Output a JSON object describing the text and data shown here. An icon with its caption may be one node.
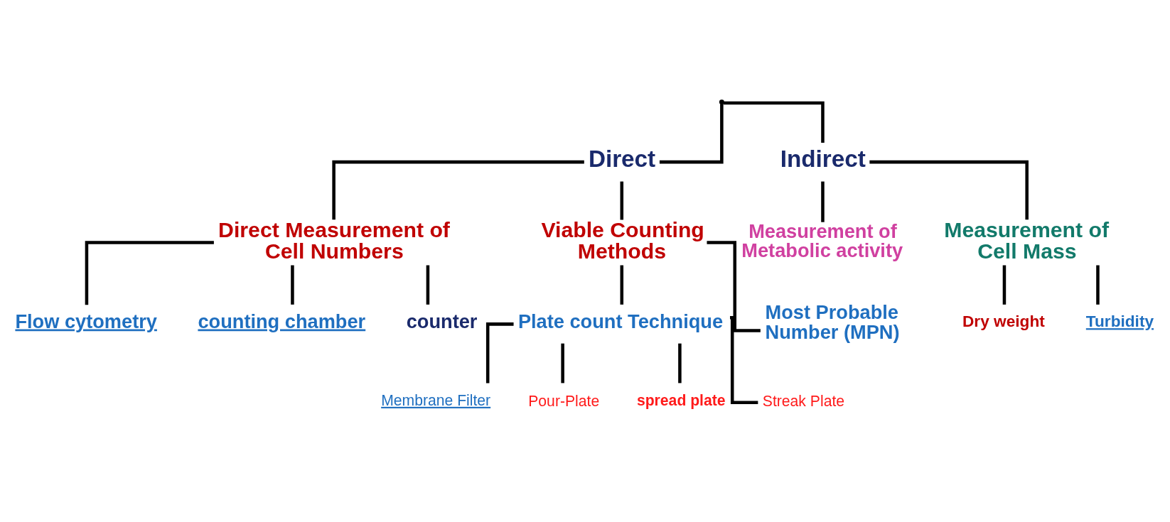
{
  "diagram": {
    "nodes": [
      {
        "text": [],
        "shape": "point"
      },
      {
        "text": [
          "Direct"
        ]
      },
      {
        "text": [
          "Indirect"
        ]
      },
      {
        "text": [
          "Direct Measurement of Cell Numbers"
        ]
      },
      {
        "text": [
          "Viable Counting Methods"
        ]
      },
      {
        "text": [
          "Flow cytometry"
        ]
      },
      {
        "text": [
          "counting chamber"
        ]
      },
      {
        "text": [
          "counter"
        ]
      },
      {
        "text": [
          "Plate count Technique"
        ]
      },
      {
        "text": [
          "Membrane Filter"
        ]
      },
      {
        "text": [
          "Pour-Plate"
        ]
      },
      {
        "text": [
          "spread plate"
        ]
      },
      {
        "text": [
          "Streak Plate"
        ]
      },
      {
        "text": [
          "Most Probable Number (MPN)"
        ]
      },
      {
        "text": [
          "Measurement of Metabolic activity"
        ]
      },
      {
        "text": [
          "Measurement of Cell Mass"
        ]
      },
      {
        "text": [
          "Dry weight"
        ]
      },
      {
        "text": [
          "Turbidity"
        ]
      }
    ],
    "edges": [
      {
        "from": 0,
        "to": 1,
        "arrow": "none"
      },
      {
        "from": 0,
        "to": 2,
        "arrow": "none"
      },
      {
        "from": 1,
        "to": 3,
        "arrow": "none"
      },
      {
        "from": 1,
        "to": 4,
        "arrow": "none"
      },
      {
        "from": 3,
        "to": 5,
        "arrow": "none"
      },
      {
        "from": 3,
        "to": 6,
        "arrow": "none"
      },
      {
        "from": 3,
        "to": 7,
        "arrow": "none"
      },
      {
        "from": 4,
        "to": 8,
        "arrow": "none"
      },
      {
        "from": 4,
        "to": 13,
        "arrow": "none"
      },
      {
        "from": 8,
        "to": 9,
        "arrow": "none"
      },
      {
        "from": 8,
        "to": 10,
        "arrow": "none"
      },
      {
        "from": 8,
        "to": 11,
        "arrow": "none"
      },
      {
        "from": 8,
        "to": 12,
        "arrow": "none"
      },
      {
        "from": 2,
        "to": 14,
        "arrow": "none"
      },
      {
        "from": 2,
        "to": 15,
        "arrow": "none"
      },
      {
        "from": 15,
        "to": 16,
        "arrow": "none"
      },
      {
        "from": 15,
        "to": 17,
        "arrow": "none"
      }
    ]
  }
}
